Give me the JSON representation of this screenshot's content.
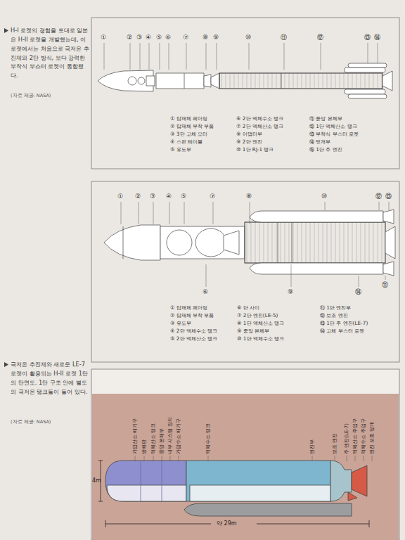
{
  "diagram": {
    "labels": [
      "H-I 로켓의 경험을 토대로 일본은 H-II 로켓을 개발했는데, 이 로켓에서는 처음으로 극저온 추진제와 2단 방식, 보다 강력한 부착식 부스터 로켓이 통합됐다.",
      "(자료 제공: NASA)",
      "①",
      "②",
      "③",
      "④",
      "⑤",
      "⑥",
      "⑦",
      "⑧",
      "⑨",
      "⑩",
      "⑪",
      "⑫",
      "⑬",
      "⑭",
      "① 탑재체 페어링",
      "② 탑재체 부착 부품",
      "③ 3단 고체 모터",
      "④ 스핀 테이블",
      "⑤ 유도부",
      "⑥ 2단 액체수소 탱크",
      "⑦ 2단 액체산소 탱크",
      "⑧ 어댑터부",
      "⑨ 2단 엔진",
      "⑩ 1단 RJ-1 탱크",
      "⑪ 중앙 본체부",
      "⑫ 1단 액체산소 탱크",
      "⑬ 부착식 부스터 로켓",
      "⑭ 덮개부",
      "⑮ 1단 주 엔진",
      "①",
      "②",
      "③",
      "④",
      "⑤",
      "⑦",
      "⑧",
      "⑩",
      "⑫",
      "⑬",
      "⑥",
      "⑨",
      "⑪",
      "⑭",
      "① 탑재체 페어링",
      "② 탑재체 부착 부품",
      "③ 유도부",
      "④ 2단 액체수소 탱크",
      "⑤ 2단 액체산소 탱크",
      "⑥ 단 사이",
      "⑦ 2단 엔진(LE-5)",
      "⑧ 1단 액체산소 탱크",
      "⑨ 중앙 본체부",
      "⑩ 1단 액체수소 탱크",
      "⑪ 1단 엔진부",
      "⑫ 보조 엔진",
      "⑬ 1단 주 엔진(LE-7)",
      "⑭ 고체 부스터 로켓",
      "극저온 추진제와 새로운 LE-7 로켓이 활용되는 H-II 로켓 1단의 단면도. 1단 구조 안에 별도의 극저온 탱크들이 들어 있다.",
      "(자료 제공: NASA)",
      "가압산소 배기구",
      "방배판",
      "액체산소 탱크",
      "중앙 본체부",
      "내부 시스템 장치",
      "가압수소 배기구",
      "액체수소 탱크",
      "엔진부",
      "보조 엔진",
      "주 엔진(LE-7)",
      "액체산소 주입구",
      "액체수소 주입구",
      "엔진 보호 덮개",
      "4m",
      "약 29m"
    ]
  }
}
